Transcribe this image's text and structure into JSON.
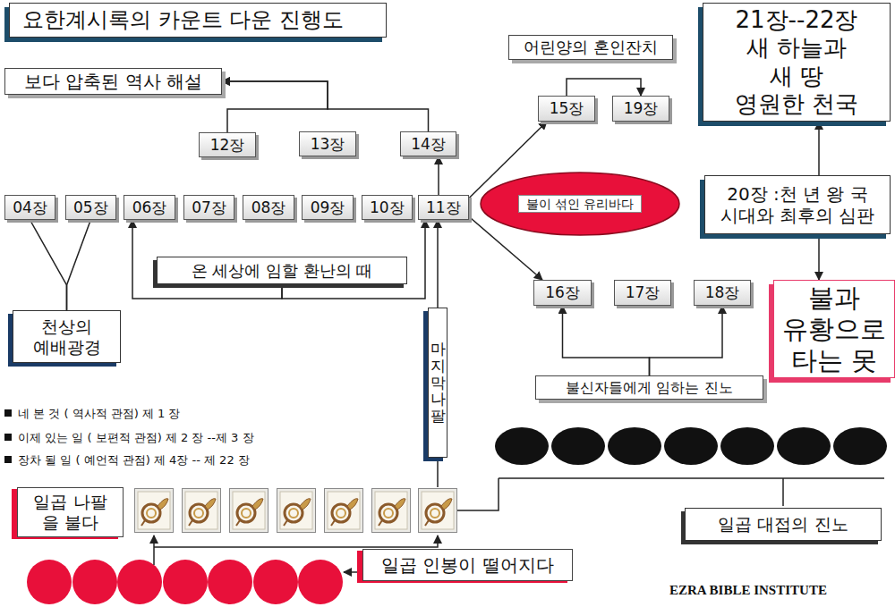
{
  "diagram": {
    "title": "요한계시록의 카운트 다운 진행도",
    "nodes": [
      {
        "text": [
          "보다 압축된 역사 해설"
        ]
      },
      {
        "text": [
          "12장"
        ]
      },
      {
        "text": [
          "13장"
        ]
      },
      {
        "text": [
          "14장"
        ]
      },
      {
        "text": [
          "어린양의 혼인잔치"
        ]
      },
      {
        "text": [
          "15장"
        ]
      },
      {
        "text": [
          "19장"
        ]
      },
      {
        "text": [
          "21장--22장 새 하늘과 새 땅 영원한 천국"
        ]
      },
      {
        "text": [
          "04장"
        ]
      },
      {
        "text": [
          "05장"
        ]
      },
      {
        "text": [
          "06장"
        ]
      },
      {
        "text": [
          "07장"
        ]
      },
      {
        "text": [
          "08장"
        ]
      },
      {
        "text": [
          "09장"
        ]
      },
      {
        "text": [
          "10장"
        ]
      },
      {
        "text": [
          "11장"
        ]
      },
      {
        "text": [
          "불이 섞인 유리바다"
        ]
      },
      {
        "text": [
          "20장 :천 년 왕 국 시대와 최후의 심판"
        ]
      },
      {
        "text": [
          "온 세상에 임할 환난의 때"
        ]
      },
      {
        "text": [
          "16장"
        ]
      },
      {
        "text": [
          "17장"
        ]
      },
      {
        "text": [
          "18장"
        ]
      },
      {
        "text": [
          "천상의 예배광경"
        ]
      },
      {
        "text": [
          "마지막나팔"
        ]
      },
      {
        "text": [
          "불과 유황으로 타는 못"
        ]
      },
      {
        "text": [
          "불신자들에게 임하는 진노"
        ]
      },
      {
        "text": [
          "일곱 나팔 을 불다"
        ]
      },
      {
        "text": [
          "일곱 대접의 진노"
        ]
      },
      {
        "text": [
          "일곱 인봉이 떨어지다"
        ]
      }
    ],
    "edges": [
      {
        "from": 1,
        "to": 0,
        "arrow": "to"
      },
      {
        "from": 3,
        "to": 0,
        "arrow": "to"
      },
      {
        "from": 15,
        "to": 3,
        "arrow": "to"
      },
      {
        "from": 15,
        "to": 5,
        "arrow": "to"
      },
      {
        "from": 15,
        "to": 19,
        "arrow": "to"
      },
      {
        "from": 5,
        "to": 6,
        "arrow": "to"
      },
      {
        "from": 17,
        "to": 7,
        "arrow": "to"
      },
      {
        "from": 17,
        "to": 24,
        "arrow": "to"
      },
      {
        "from": 8,
        "to": 22,
        "arrow": "none"
      },
      {
        "from": 9,
        "to": 22,
        "arrow": "none"
      },
      {
        "from": 18,
        "to": 10,
        "arrow": "to"
      },
      {
        "from": 18,
        "to": 15,
        "arrow": "to"
      },
      {
        "from": 23,
        "to": 15,
        "arrow": "to"
      },
      {
        "from": 25,
        "to": 19,
        "arrow": "to"
      },
      {
        "from": 25,
        "to": 21,
        "arrow": "to"
      }
    ],
    "labels": [
      "네 본 것 ( 역사적 관점) 제 1 장",
      "이제 있는 일 ( 보편적 관점) 제 2 장 --제 3 장",
      "장차 될 일 ( 예언적 관점) 제 4장 -- 제 22 장",
      "EZRA BIBLE INSTITUTE"
    ]
  }
}
